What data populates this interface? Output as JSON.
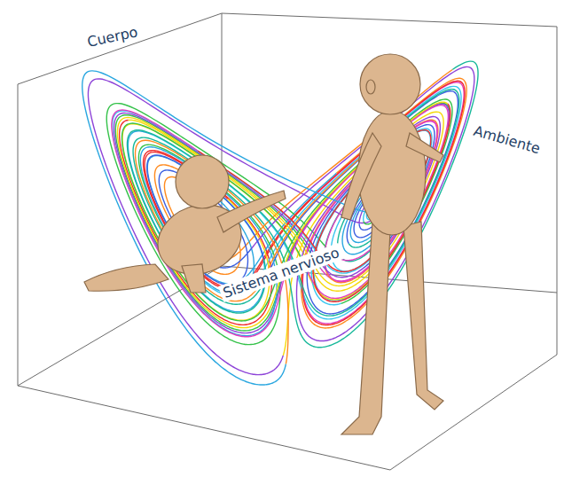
{
  "diagram": {
    "labels": [
      "Cuerpo",
      "Ambiente",
      "Sistema nervioso"
    ]
  }
}
